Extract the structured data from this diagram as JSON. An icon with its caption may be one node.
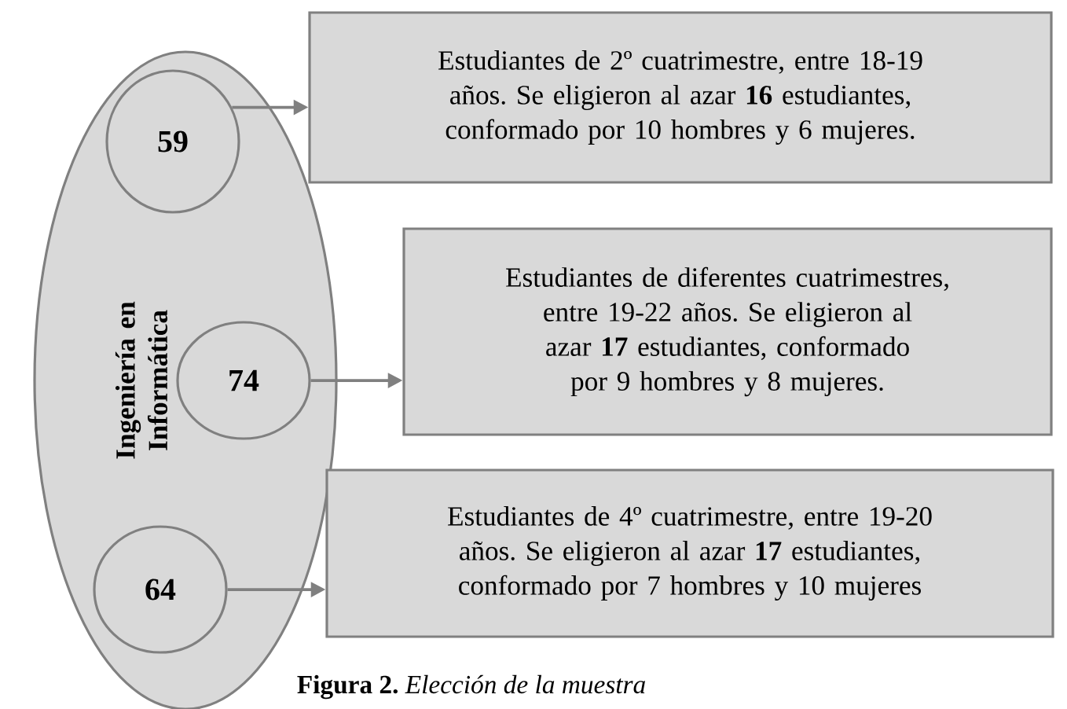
{
  "diagram": {
    "caption": "**Figura 2.** *Elección de la muestra*",
    "nodes": [
      {
        "text": [
          "Ingeniería en Informática"
        ]
      },
      {
        "text": [
          "59"
        ],
        "in": 0
      },
      {
        "text": [
          "Estudiantes de 2º cuatrimestre, entre 18-19 años. Se eligieron al azar **16** estudiantes, conformado por 10 hombres y 6 mujeres."
        ]
      },
      {
        "text": [
          "74"
        ],
        "in": 0
      },
      {
        "text": [
          "Estudiantes de diferentes cuatrimestres, entre 19-22 años. Se eligieron al azar **17** estudiantes, conformado por 9 hombres y 8 mujeres."
        ]
      },
      {
        "text": [
          "64"
        ],
        "in": 0
      },
      {
        "text": [
          "Estudiantes de 4º cuatrimestre, entre 19-20 años. Se eligieron al azar **17** estudiantes, conformado por 7 hombres y 10 mujeres"
        ]
      }
    ],
    "edges": [
      {
        "from": 1,
        "to": 2,
        "arrow": "to"
      },
      {
        "from": 3,
        "to": 4,
        "arrow": "to"
      },
      {
        "from": 5,
        "to": 6,
        "arrow": "to"
      }
    ]
  }
}
